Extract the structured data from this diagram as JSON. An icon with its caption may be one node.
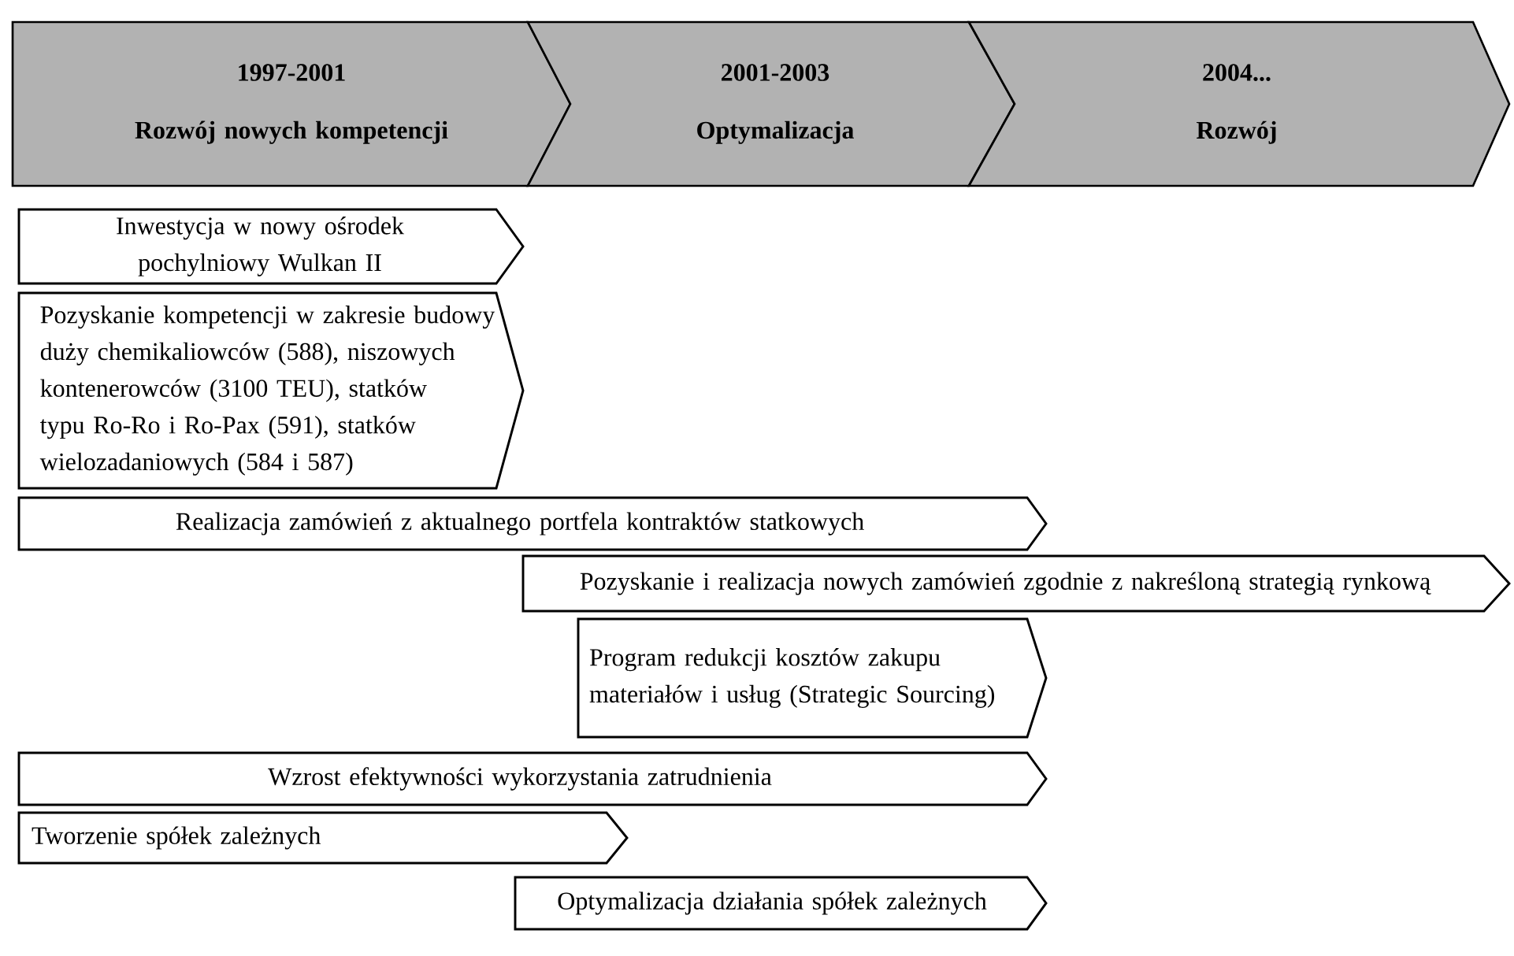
{
  "diagram": {
    "nodes": [
      {
        "text": [
          "1997-2001",
          "Rozwój nowych kompetencji"
        ]
      },
      {
        "text": [
          "2001-2003",
          "Optymalizacja"
        ]
      },
      {
        "text": [
          "2004...",
          "Rozwój"
        ]
      },
      {
        "text": [
          "Inwestycja w nowy ośrodek pochylniowy Wulkan II"
        ]
      },
      {
        "text": [
          "Pozyskanie kompetencji w zakresie budowy duży chemikaliowców (588), niszowych kontenerowców (3100 TEU), statków typu Ro-Ro i Ro-Pax (591), statków wielozadaniowych (584 i 587)"
        ]
      },
      {
        "text": [
          "Realizacja zamówień z aktualnego portfela kontraktów statkowych"
        ]
      },
      {
        "text": [
          "Pozyskanie i realizacja nowych zamówień zgodnie z nakreśloną strategią rynkową"
        ]
      },
      {
        "text": [
          "Program redukcji kosztów zakupu materiałów i usług (Strategic Sourcing)"
        ]
      },
      {
        "text": [
          "Wzrost efektywności wykorzystania zatrudnienia"
        ]
      },
      {
        "text": [
          "Tworzenie spółek zależnych"
        ]
      },
      {
        "text": [
          "Optymalizacja działania spółek zależnych"
        ]
      }
    ]
  }
}
